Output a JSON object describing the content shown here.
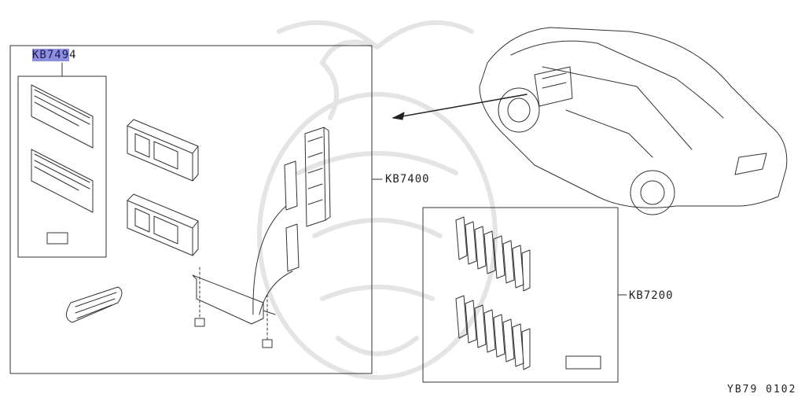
{
  "diagram": {
    "part_kb7494": {
      "highlight": "KB749",
      "rest": "4"
    },
    "part_kb7400": "KB7400",
    "part_kb7200": "KB7200",
    "figure_ref": "YB79 0102"
  },
  "colors": {
    "line": "#333333",
    "highlight": "#8f8fe0",
    "watermark": "#e6e6e6"
  },
  "icons": [
    "car-icon",
    "watermark-emblem-icon",
    "arrow-icon"
  ]
}
